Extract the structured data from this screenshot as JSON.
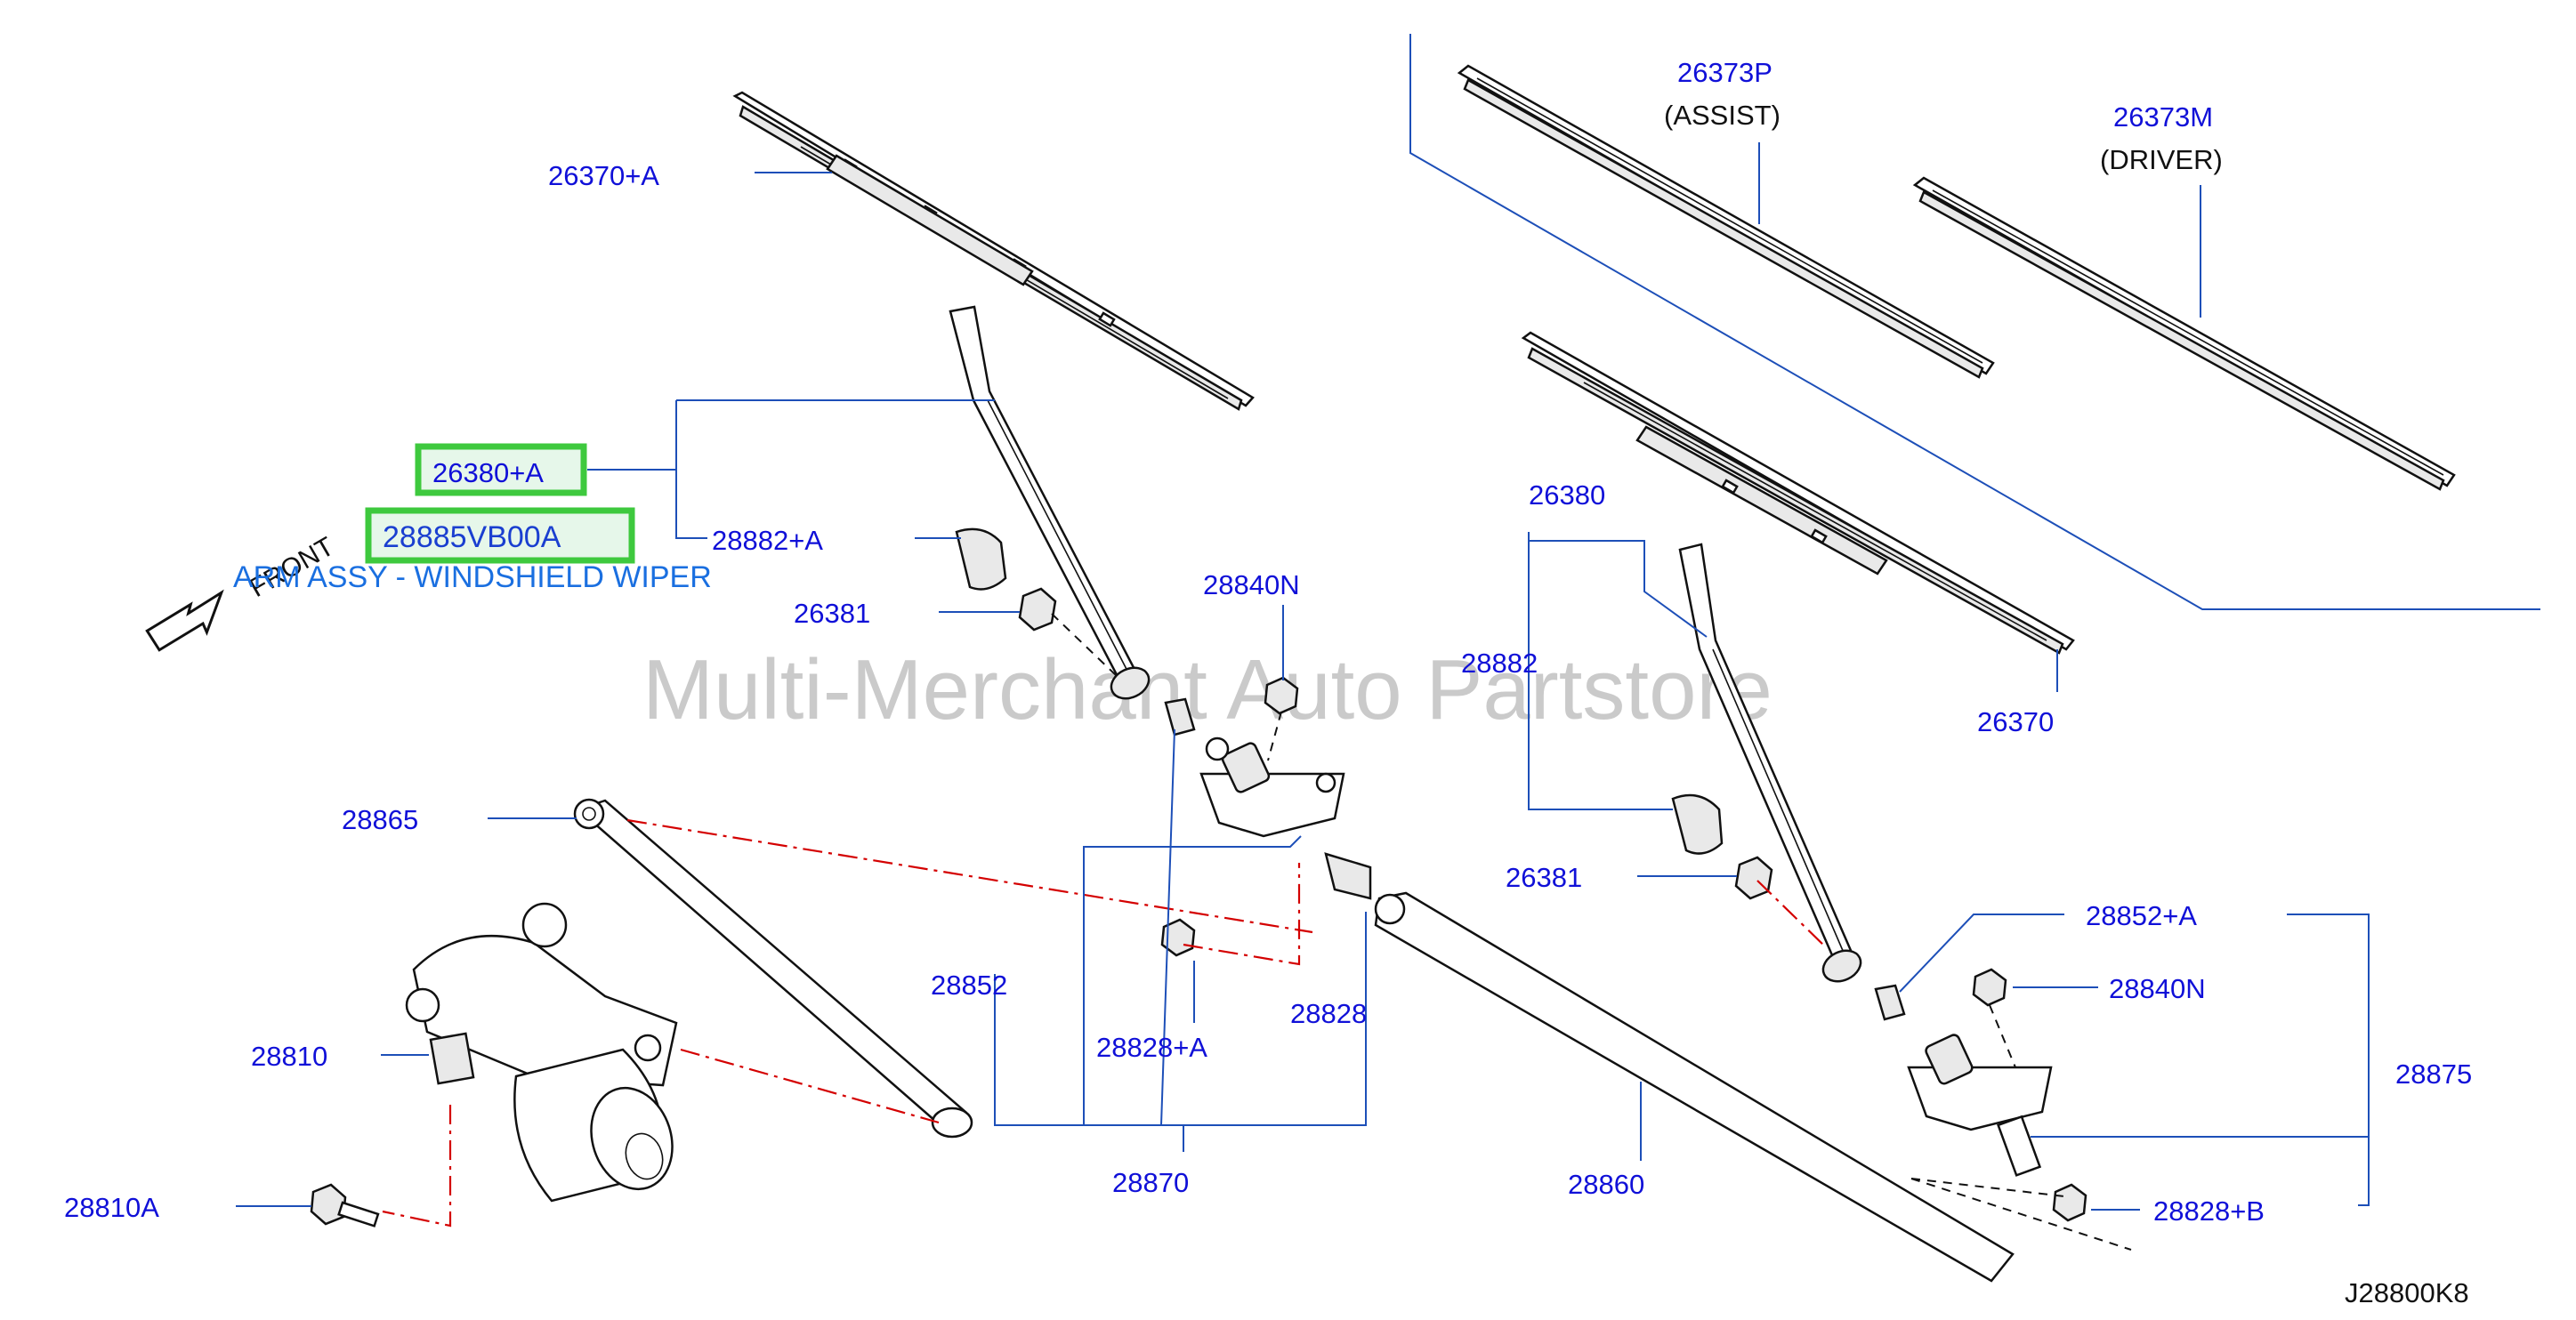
{
  "diagram": {
    "watermark": "Multi-Merchant Auto Partstore",
    "drawing_code": "J28800K8",
    "front_label": "FRONT",
    "highlighted_parts": [
      "26380+A",
      "28885VB00A"
    ],
    "caption": "ARM ASSY - WINDSHIELD WIPER",
    "part_labels": {
      "p26370A": "26370+A",
      "p26373P": "26373P",
      "p26373P_note": "(ASSIST)",
      "p26373M": "26373M",
      "p26373M_note": "(DRIVER)",
      "p28882A": "28882+A",
      "p26381_left": "26381",
      "p28840N_left": "28840N",
      "p26380": "26380",
      "p28882": "28882",
      "p26370": "26370",
      "p26381_right": "26381",
      "p28865": "28865",
      "p28852": "28852",
      "p28828A": "28828+A",
      "p28828": "28828",
      "p28810": "28810",
      "p28810A": "28810A",
      "p28870": "28870",
      "p28860": "28860",
      "p28852A": "28852+A",
      "p28840N_right": "28840N",
      "p28875": "28875",
      "p28828B": "28828+B"
    }
  }
}
